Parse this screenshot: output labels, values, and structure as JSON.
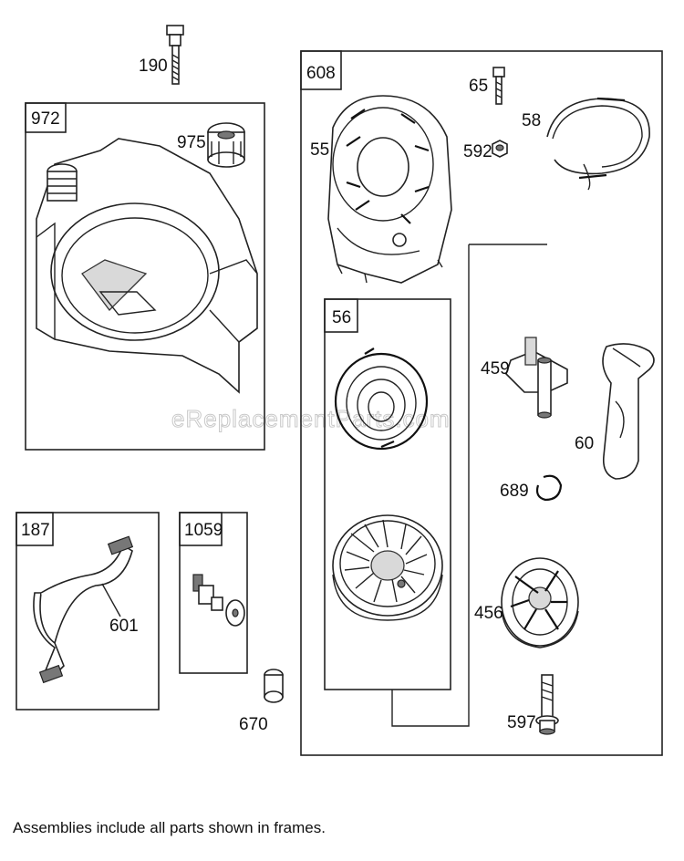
{
  "watermark": "eReplacementParts.com",
  "footnote": "Assemblies include all parts shown in frames.",
  "frames": {
    "f972": "972",
    "f608": "608",
    "f56": "56",
    "f187": "187",
    "f1059": "1059"
  },
  "parts": {
    "p190": "190",
    "p975": "975",
    "p65": "65",
    "p58": "58",
    "p55": "55",
    "p592": "592",
    "p459": "459",
    "p60": "60",
    "p689": "689",
    "p456": "456",
    "p597": "597",
    "p601": "601",
    "p670": "670"
  }
}
